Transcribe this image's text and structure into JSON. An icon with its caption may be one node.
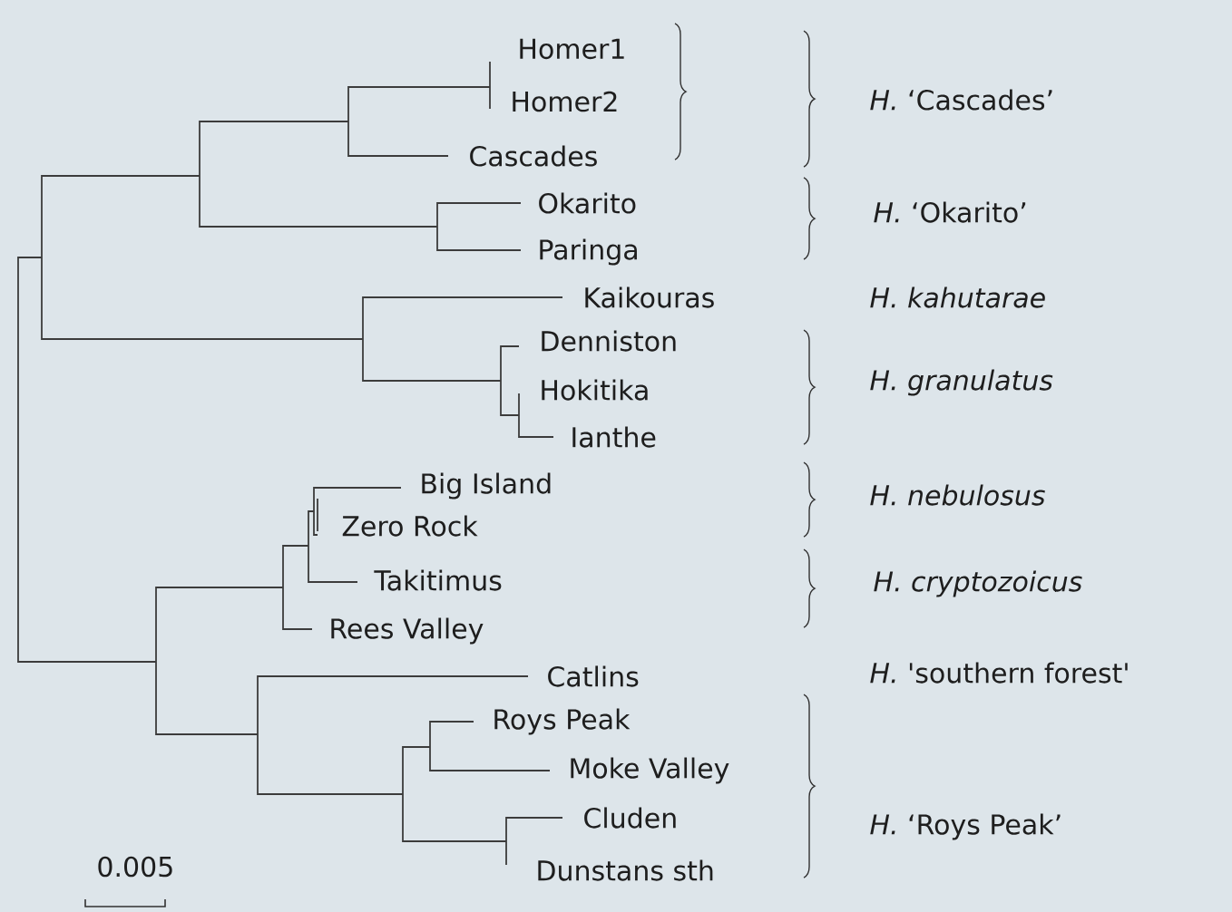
{
  "diagram": {
    "labels": [
      "Homer1",
      "Homer2",
      "Cascades",
      "Okarito",
      "Paringa",
      "Kaikouras",
      "Denniston",
      "Hokitika",
      "Ianthe",
      "Big Island",
      "Zero Rock",
      "Takitimus",
      "Rees Valley",
      "Catlins",
      "Roys Peak",
      "Moke Valley",
      "Cluden",
      "Dunstans sth",
      "*H.* ‘Cascades’",
      "*H.* ‘Okarito’",
      "*H. kahutarae*",
      "*H. granulatus*",
      "*H. nebulosus*",
      "*H. cryptozoicus*",
      "*H.* 'southern forest'",
      "*H.* ‘Roys Peak’",
      "0.005"
    ]
  }
}
